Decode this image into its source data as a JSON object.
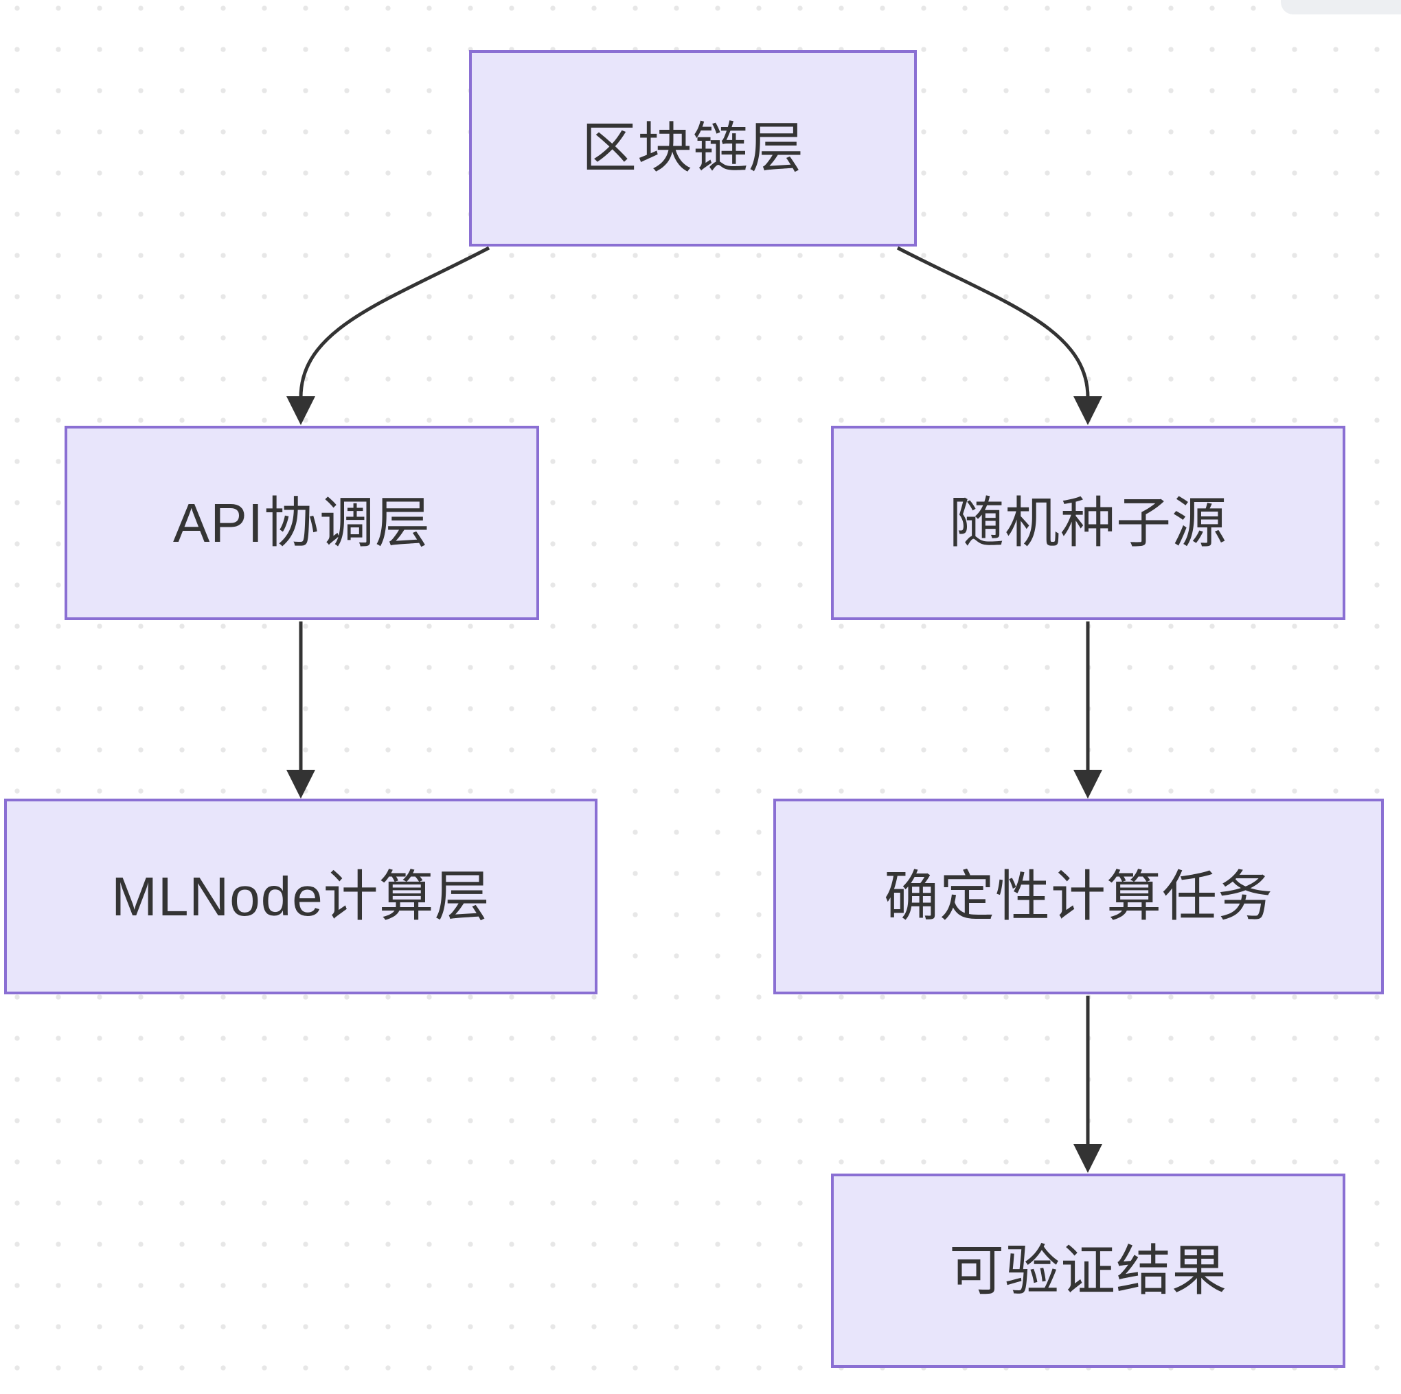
{
  "diagram": {
    "type": "flowchart",
    "direction": "top-down",
    "nodes": [
      {
        "id": "blockchain",
        "label": "区块链层"
      },
      {
        "id": "api",
        "label": "API协调层"
      },
      {
        "id": "seed",
        "label": "随机种子源"
      },
      {
        "id": "mlnode",
        "label": "MLNode计算层"
      },
      {
        "id": "deterministic",
        "label": "确定性计算任务"
      },
      {
        "id": "verifiable",
        "label": "可验证结果"
      }
    ],
    "edges": [
      {
        "from": "区块链层",
        "to": "API协调层"
      },
      {
        "from": "区块链层",
        "to": "随机种子源"
      },
      {
        "from": "API协调层",
        "to": "MLNode计算层"
      },
      {
        "from": "随机种子源",
        "to": "确定性计算任务"
      },
      {
        "from": "确定性计算任务",
        "to": "可验证结果"
      }
    ],
    "colors": {
      "node_fill": "#e8e5fb",
      "node_border": "#8a6fd3",
      "node_text": "#343434",
      "edge": "#333333",
      "background": "#ffffff",
      "dot": "#e7e7e7",
      "corner_fragment": "#edeff2"
    }
  }
}
